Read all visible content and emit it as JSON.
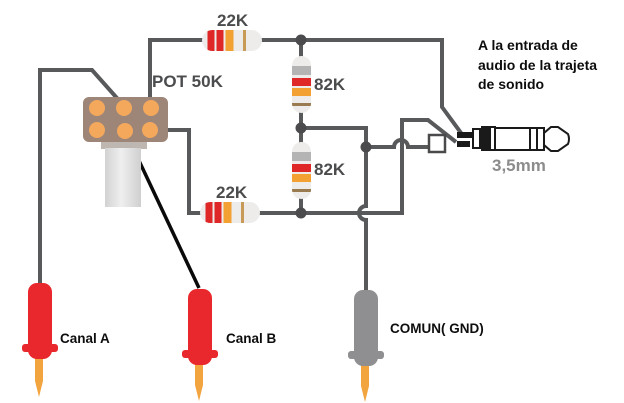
{
  "labels": {
    "title_line1": "A la entrada de",
    "title_line2": "audio de la trajeta",
    "title_line3": "de sonido",
    "pot": "POT 50K",
    "r22k_top": "22K",
    "r22k_bottom": "22K",
    "r82k_upper": "82K",
    "r82k_lower": "82K",
    "jack_size": "3,5mm",
    "canal_a": "Canal A",
    "canal_b": "Canal B",
    "comun": "COMUN( GND)"
  },
  "colors": {
    "wire": "#58595b",
    "wiper_wire": "#0a0a0a",
    "junction_dot": "#4b4b4d",
    "resistor_body": "#edecea",
    "band_red": "#e02727",
    "band_orange": "#f2a132",
    "band_gray": "#b4b4b4",
    "band_gold": "#c89a58",
    "band_brown": "#9a7b4f",
    "pot_body": "#9d8577",
    "pot_pad": "#f4a85c",
    "pot_bushing": "#bdb6b1",
    "probe_red": "#e8282c",
    "probe_gray": "#8f8f91",
    "needle_orange": "#f2a43e",
    "label_dark": "#4b4c4e",
    "label_black": "#0d0d0d",
    "label_gray": "#8c8c8c"
  }
}
